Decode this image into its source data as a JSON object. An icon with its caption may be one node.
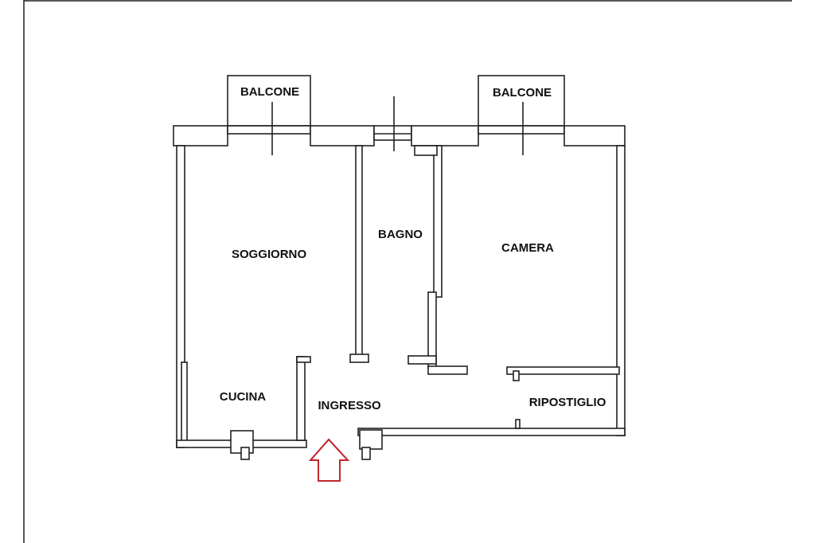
{
  "diagram": {
    "labels": [
      "BALCONE",
      "BALCONE",
      "BAGNO",
      "CAMERA",
      "SOGGIORNO",
      "CUCINA",
      "RIPOSTIGLIO",
      "INGRESSO"
    ]
  }
}
